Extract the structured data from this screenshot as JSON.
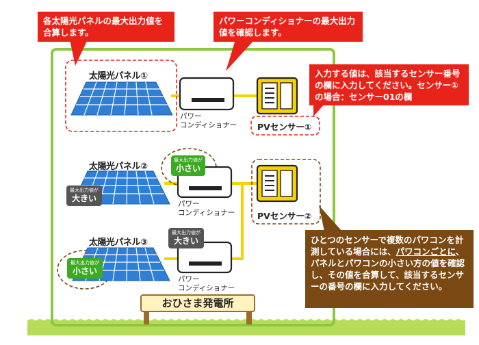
{
  "callouts": {
    "panels_max": "各太陽光パネルの最大出力値を合算します。",
    "pcs_max": "パワーコンディショナーの最大出力値を確認します。",
    "sensor_input": "入力する値は、該当するセンサー番号の欄に入力してください。センサー①の場合：センサー01の欄",
    "multi_pcs_pre": "ひとつのセンサーで複数のパワコンを計測している場合には、",
    "multi_pcs_emph": "パワコンごとに",
    "multi_pcs_post": "、パネルとパワコンの小さい方の値を確認し、その値を合算して、該当するセンサーの番号の欄に入力してください。"
  },
  "panels": [
    {
      "label": "太陽光パネル①"
    },
    {
      "label": "太陽光パネル②"
    },
    {
      "label": "太陽光パネル③"
    }
  ],
  "power_conditioner": {
    "label_line1": "パワー",
    "label_line2": "コンディショナー"
  },
  "sensors": [
    {
      "label": "PVセンサー①"
    },
    {
      "label": "PVセンサー②"
    }
  ],
  "tags": {
    "max_output": "最大出力値が",
    "small": "小さい",
    "large": "大きい"
  },
  "sign": "おひさま発電所",
  "colors": {
    "frame": "#8dc63f",
    "wire": "#f5d200",
    "panel": "#2f7fd6",
    "callout_red": "#e8231a",
    "callout_brown": "#7b4a14",
    "tag_green": "#3caa22",
    "tag_gray": "#555555",
    "sensor": "#f5d200"
  }
}
